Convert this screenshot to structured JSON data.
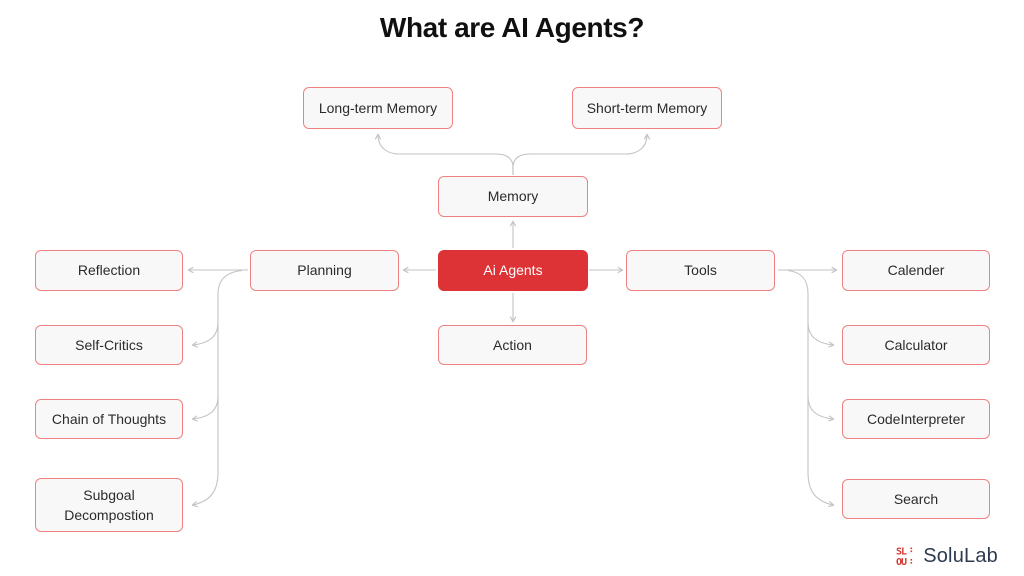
{
  "title": "What are AI Agents?",
  "nodes": {
    "long_term_memory": {
      "label": "Long-term Memory"
    },
    "short_term_memory": {
      "label": "Short-term Memory"
    },
    "memory": {
      "label": "Memory"
    },
    "ai_agents": {
      "label": "Ai Agents"
    },
    "planning": {
      "label": "Planning"
    },
    "reflection": {
      "label": "Reflection"
    },
    "self_critics": {
      "label": "Self-Critics"
    },
    "chain_of_thoughts": {
      "label": "Chain of Thoughts"
    },
    "subgoal_decompostion": {
      "label": "Subgoal Decompostion"
    },
    "action": {
      "label": "Action"
    },
    "tools": {
      "label": "Tools"
    },
    "calender": {
      "label": "Calender"
    },
    "calculator": {
      "label": "Calculator"
    },
    "codeinterpreter": {
      "label": "CodeInterpreter"
    },
    "search": {
      "label": "Search"
    }
  },
  "logo": {
    "brand": "SoluLab",
    "icon": "solulab-pixel-mark",
    "icon_row1": "SL",
    "icon_row2": "OU"
  },
  "colors": {
    "accent_red": "#dd3236",
    "node_border": "#ef8181",
    "node_background": "#f8f8f9",
    "connector_gray": "#c3c3c8",
    "logo_red": "#d63a32",
    "logo_navy": "#2d3a50",
    "title_black": "#101010"
  }
}
